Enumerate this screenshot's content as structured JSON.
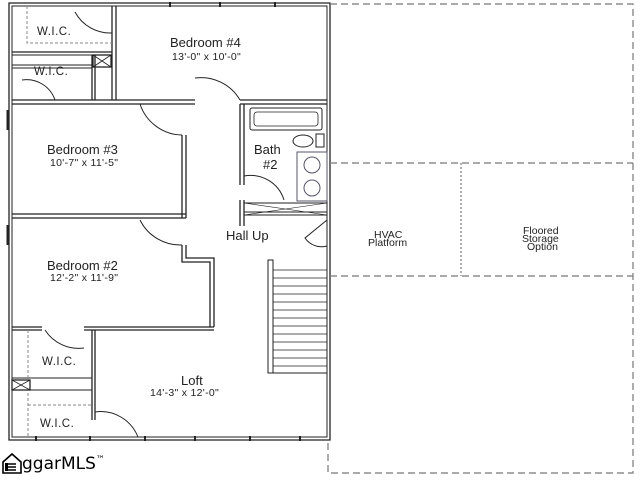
{
  "plan": {
    "rooms": [
      {
        "id": "bedroom4",
        "name": "Bedroom #4",
        "dims": "13'-0\" x 10'-0\""
      },
      {
        "id": "bedroom3",
        "name": "Bedroom #3",
        "dims": "10'-7\" x 11'-5\""
      },
      {
        "id": "bedroom2",
        "name": "Bedroom #2",
        "dims": "12'-2\" x 11'-9\""
      },
      {
        "id": "loft",
        "name": "Loft",
        "dims": "14'-3\" x 12'-0\""
      },
      {
        "id": "bath2",
        "name": "Bath",
        "number": "#2"
      },
      {
        "id": "hall",
        "name": "Hall Up"
      }
    ],
    "closets": [
      "W.I.C.",
      "W.I.C.",
      "W.I.C.",
      "W.I.C."
    ],
    "attic": {
      "hvac": [
        "HVAC",
        "Platform"
      ],
      "storage": [
        "Floored",
        "Storage",
        "Option"
      ]
    }
  },
  "watermark": {
    "brand": "ggarMLS",
    "tm": "™"
  }
}
